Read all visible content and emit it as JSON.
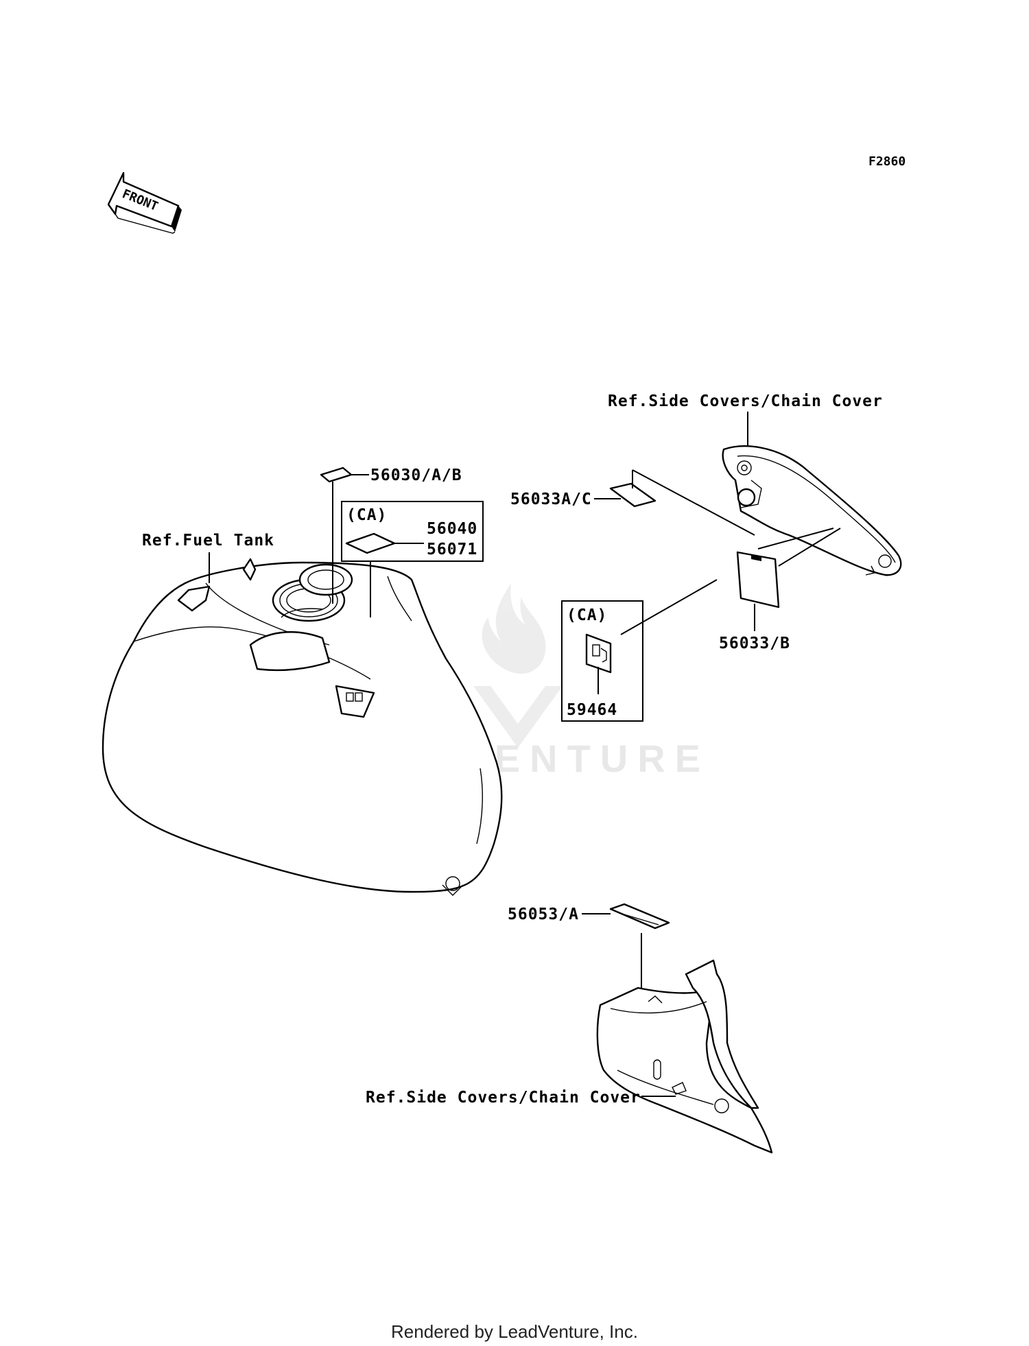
{
  "diagram": {
    "code": "F2860",
    "front_arrow": "FRONT",
    "watermark": "LEADVENTURE",
    "footer": "Rendered by LeadVenture, Inc.",
    "labels": {
      "ref_fuel_tank": "Ref.Fuel Tank",
      "ref_side_covers_top": "Ref.Side Covers/Chain Cover",
      "ref_side_covers_bottom": "Ref.Side Covers/Chain Cover",
      "p56030": "56030/A/B",
      "ca_box1_tag": "(CA)",
      "p56040": "56040",
      "p56071": "56071",
      "p56033ac": "56033A/C",
      "p56033b": "56033/B",
      "ca_box2_tag": "(CA)",
      "p59464": "59464",
      "p56053": "56053/A"
    }
  }
}
